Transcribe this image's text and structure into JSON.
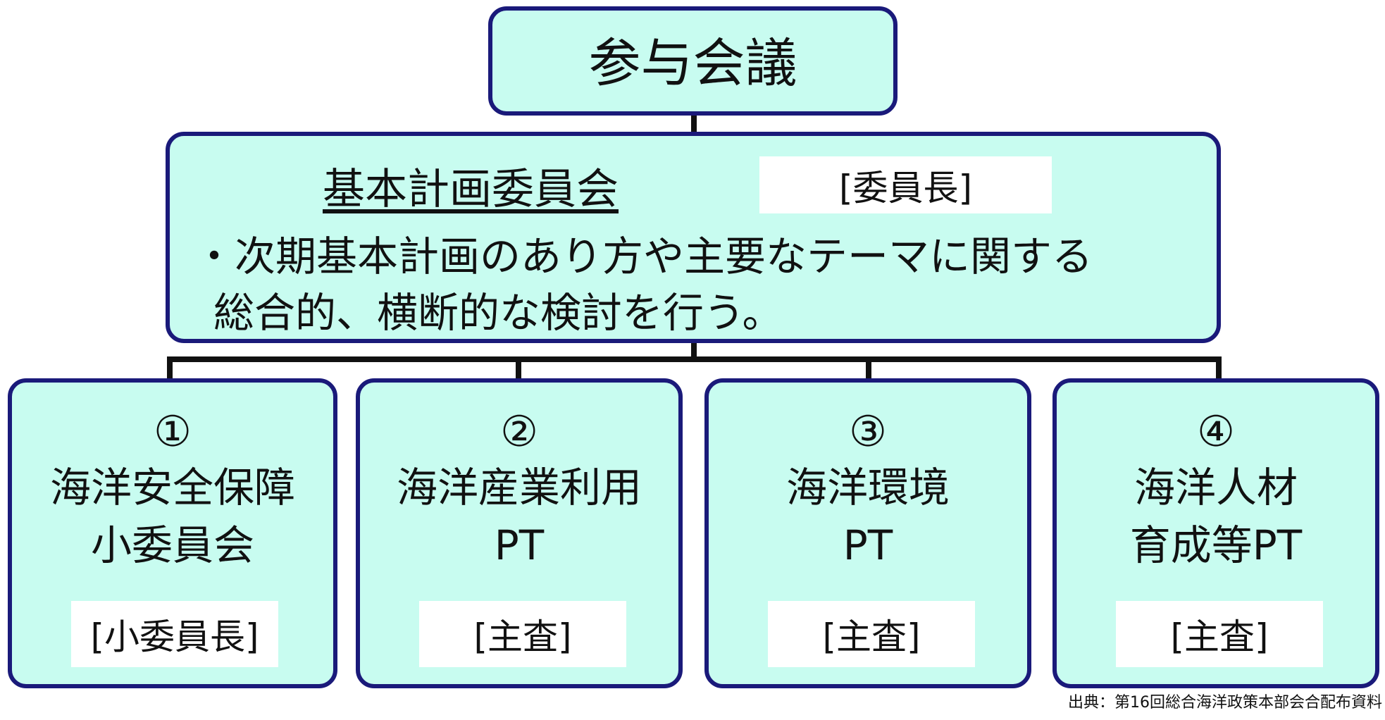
{
  "top": {
    "title": "参与会議"
  },
  "main": {
    "heading": "基本計画委員会",
    "chair": "[委員長]",
    "description": [
      "・次期基本計画のあり方や主要なテーマに関する",
      "総合的、横断的な検討を行う。"
    ]
  },
  "subgroups": [
    {
      "number": "①",
      "name": [
        "海洋安全保障",
        "小委員会"
      ],
      "role": "[小委員長]"
    },
    {
      "number": "②",
      "name": [
        "海洋産業利用",
        "PT"
      ],
      "role": "[主査]"
    },
    {
      "number": "③",
      "name": [
        "海洋環境",
        "PT"
      ],
      "role": "[主査]"
    },
    {
      "number": "④",
      "name": [
        "海洋人材",
        "育成等PT"
      ],
      "role": "[主査]"
    }
  ],
  "source_note": "出典：第16回総合海洋政策本部会合配布資料",
  "colors": {
    "box_fill": "#c8fcf0",
    "box_border": "#1a1a7a",
    "connector": "#111111",
    "text": "#111111"
  }
}
